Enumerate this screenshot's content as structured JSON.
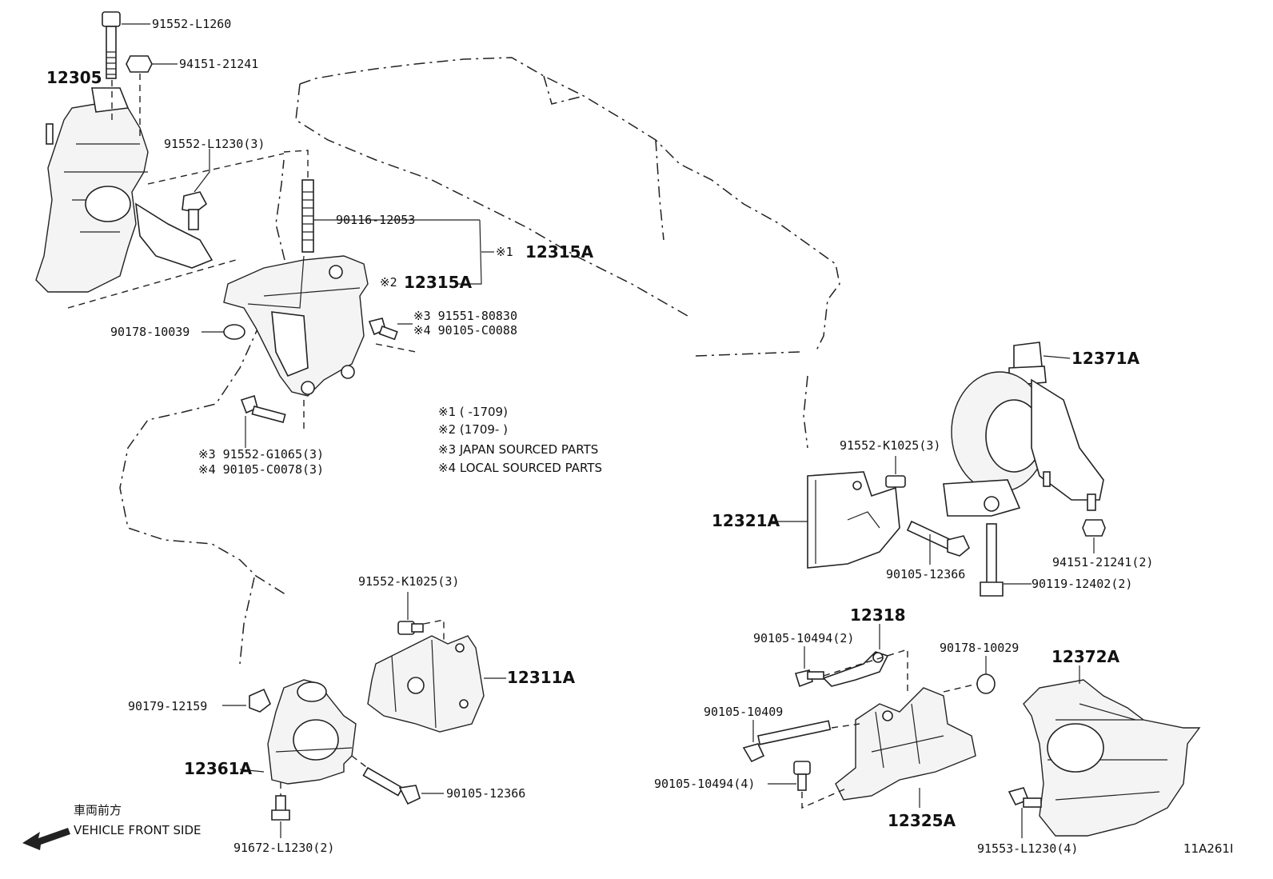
{
  "diagram": {
    "id_code": "11A261I",
    "direction": {
      "jp": "車両前方",
      "en": "VEHICLE FRONT SIDE"
    },
    "notes": [
      "※1 (      -1709)",
      "※2 (1709-      )",
      "※3 JAPAN SOURCED PARTS",
      "※4 LOCAL SOURCED PARTS"
    ],
    "labels": {
      "p12305": "12305",
      "p91552_L1260": "91552-L1260",
      "p94151_21241": "94151-21241",
      "p91552_L1230_3": "91552-L1230(3)",
      "p90116_12053": "90116-12053",
      "p12315A_1_mark": "※1",
      "p12315A_1": "12315A",
      "p12315A_2_mark": "※2",
      "p12315A_2": "12315A",
      "p90178_10039": "90178-10039",
      "p91551_80830": "※3 91551-80830",
      "p90105_C0088": "※4 90105-C0088",
      "p91552_G1065": "※3 91552-G1065(3)",
      "p90105_C0078": "※4 90105-C0078(3)",
      "p12371A": "12371A",
      "p91552_K1025_3_right": "91552-K1025(3)",
      "p12321A": "12321A",
      "p90105_12366_right": "90105-12366",
      "p94151_21241_2": "94151-21241(2)",
      "p90119_12402_2": "90119-12402(2)",
      "p12318": "12318",
      "p90105_10494_2": "90105-10494(2)",
      "p90178_10029": "90178-10029",
      "p12372A": "12372A",
      "p90105_10409": "90105-10409",
      "p90105_10494_4": "90105-10494(4)",
      "p12325A": "12325A",
      "p91553_L1230_4": "91553-L1230(4)",
      "p91552_K1025_3_bottom": "91552-K1025(3)",
      "p12311A": "12311A",
      "p90179_12159": "90179-12159",
      "p12361A": "12361A",
      "p90105_12366_bottom": "90105-12366",
      "p91672_L1230_2": "91672-L1230(2)"
    }
  }
}
